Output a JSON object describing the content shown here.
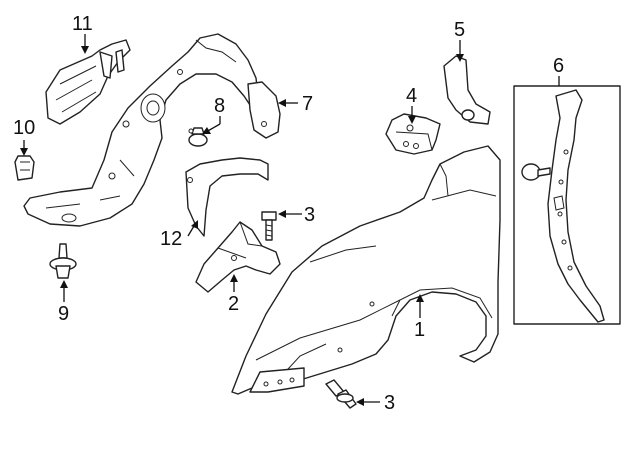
{
  "diagram": {
    "callouts": [
      {
        "id": "c1",
        "label": "1"
      },
      {
        "id": "c2",
        "label": "2"
      },
      {
        "id": "c3a",
        "label": "3"
      },
      {
        "id": "c3b",
        "label": "3"
      },
      {
        "id": "c4",
        "label": "4"
      },
      {
        "id": "c5",
        "label": "5"
      },
      {
        "id": "c6",
        "label": "6"
      },
      {
        "id": "c7",
        "label": "7"
      },
      {
        "id": "c8",
        "label": "8"
      },
      {
        "id": "c9",
        "label": "9"
      },
      {
        "id": "c10",
        "label": "10"
      },
      {
        "id": "c11",
        "label": "11"
      },
      {
        "id": "c12",
        "label": "12"
      }
    ]
  }
}
